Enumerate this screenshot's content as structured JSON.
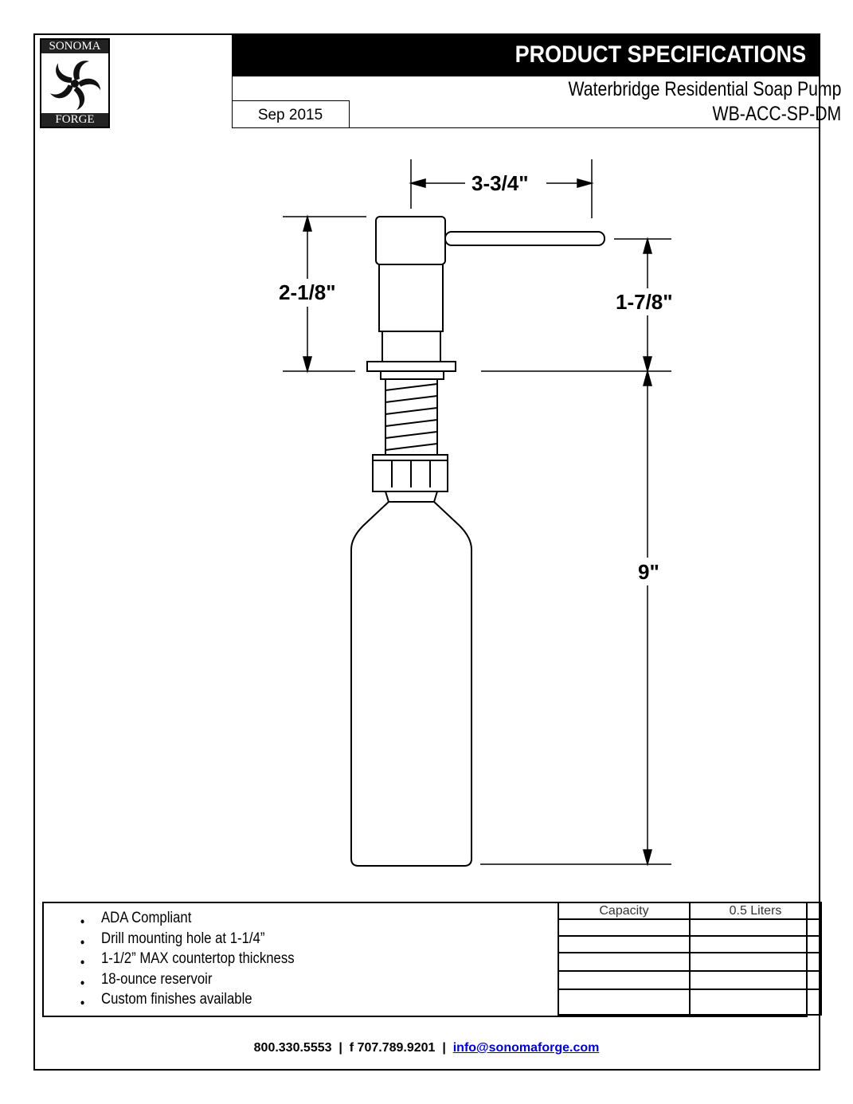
{
  "logo": {
    "top": "SONOMA",
    "bottom": "FORGE"
  },
  "header": {
    "title": "PRODUCT SPECIFICATIONS",
    "product_name": "Waterbridge Residential Soap Pump",
    "model": "WB-ACC-SP-DM",
    "date": "Sep 2015"
  },
  "dimensions": {
    "spout_length": "3-3/4\"",
    "head_height": "2-1/8\"",
    "spout_height": "1-7/8\"",
    "bottle_length": "9\""
  },
  "features": [
    "ADA Compliant",
    "Drill mounting hole at 1-1/4”",
    "1-1/2” MAX countertop thickness",
    "18-ounce reservoir",
    "Custom finishes available"
  ],
  "spec_table": [
    [
      "Capacity",
      "0.5 Liters"
    ],
    [
      "",
      ""
    ],
    [
      "",
      ""
    ],
    [
      "",
      ""
    ],
    [
      "",
      ""
    ],
    [
      "",
      ""
    ]
  ],
  "footer": {
    "phone": "800.330.5553",
    "fax": "f 707.789.9201",
    "email": "info@sonomaforge.com"
  }
}
